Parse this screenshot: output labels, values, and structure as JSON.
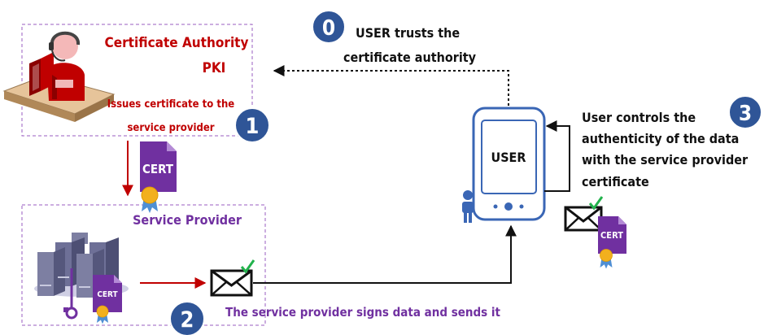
{
  "ca": {
    "title_line1": "Certificate Authority",
    "title_line2": "PKI",
    "issue_line1": "Issues certificate to the",
    "issue_line2": "service provider"
  },
  "service_provider": {
    "title": "Service Provider",
    "signs_text": "The service provider signs data and sends it"
  },
  "user": {
    "device_label": "USER",
    "trust_line1": "USER trusts the",
    "trust_line2": "certificate authority",
    "controls_line1": "User controls the",
    "controls_line2": "authenticity of the data",
    "controls_line3": "with the service provider",
    "controls_line4": "certificate"
  },
  "cert_label": "CERT",
  "steps": {
    "s0": "0",
    "s1": "1",
    "s2": "2",
    "s3": "3"
  },
  "colors": {
    "red": "#c00000",
    "purple": "#7030a0",
    "step_blue": "#2f5597",
    "device_blue": "#3a66b5",
    "check_green": "#22b24c",
    "ribbon_blue": "#4f8fd4",
    "medal_gold": "#f2b01e"
  }
}
